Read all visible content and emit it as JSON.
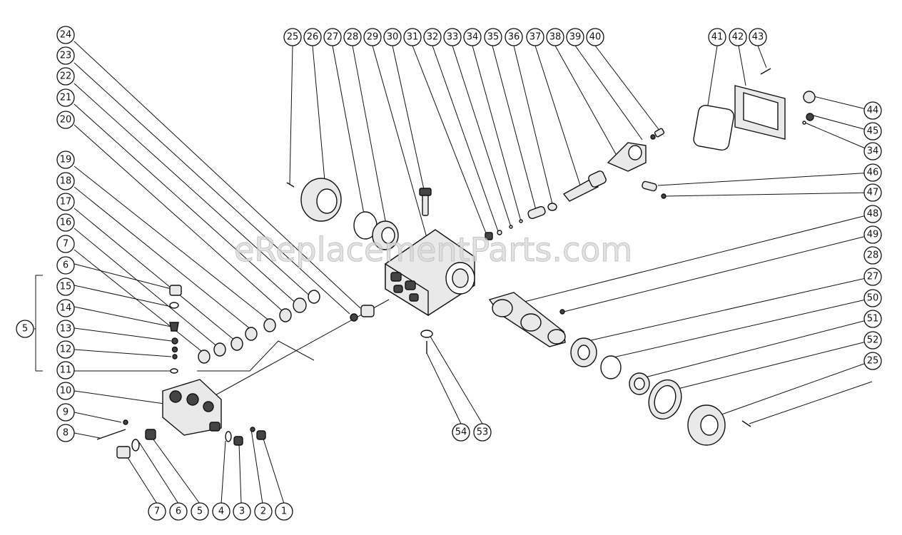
{
  "watermark": "eReplacementParts.com",
  "callouts": {
    "c24": "24",
    "c23": "23",
    "c22": "22",
    "c21": "21",
    "c20": "20",
    "c19": "19",
    "c18": "18",
    "c17": "17",
    "c16": "16",
    "c7a": "7",
    "c6a": "6",
    "c15": "15",
    "c14": "14",
    "c13": "13",
    "c12": "12",
    "c11": "11",
    "c5a": "5",
    "c10": "10",
    "c9": "9",
    "c8": "8",
    "b7": "7",
    "b6": "6",
    "b5": "5",
    "b4": "4",
    "b3": "3",
    "b2": "2",
    "b1": "1",
    "t25": "25",
    "t26": "26",
    "t27": "27",
    "t28": "28",
    "t29": "29",
    "t30": "30",
    "t31": "31",
    "t32": "32",
    "t33": "33",
    "t34": "34",
    "t35": "35",
    "t36": "36",
    "t37": "37",
    "t38": "38",
    "t39": "39",
    "t40": "40",
    "t41": "41",
    "t42": "42",
    "t43": "43",
    "r44": "44",
    "r45": "45",
    "r34": "34",
    "r46": "46",
    "r47": "47",
    "r48": "48",
    "r49": "49",
    "r28": "28",
    "r27": "27",
    "r50": "50",
    "r51": "51",
    "r52": "52",
    "r25": "25",
    "m54": "54",
    "m53": "53"
  }
}
